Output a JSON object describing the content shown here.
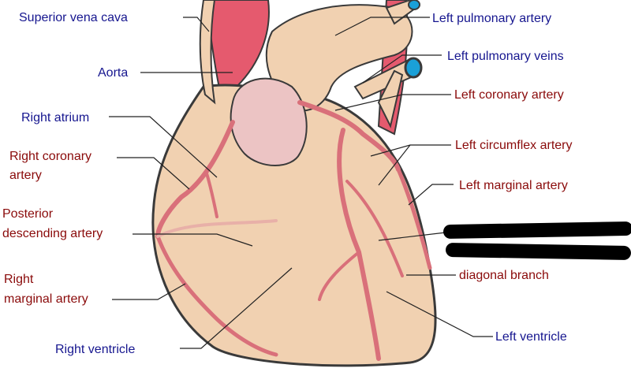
{
  "colors": {
    "tissue": "#f1d1b1",
    "vessel": "#e55a6e",
    "artery": "#d9707a",
    "outline": "#3a3a3a",
    "label_blue": "#16168f",
    "label_red": "#8a0a0a",
    "vein_blue": "#1aa0d8"
  },
  "labels": {
    "superior_vena_cava": "Superior vena cava",
    "aorta": "Aorta",
    "right_atrium": "Right atrium",
    "right_coronary_artery_1": "Right coronary",
    "right_coronary_artery_2": "artery",
    "posterior_descending_1": "Posterior",
    "posterior_descending_2": "descending artery",
    "right_marginal_1": "Right",
    "right_marginal_2": "marginal artery",
    "right_ventricle": "Right ventricle",
    "left_pulmonary_artery": "Left pulmonary artery",
    "left_pulmonary_veins": "Left pulmonary veins",
    "left_coronary_artery": "Left coronary artery",
    "left_circumflex_artery": "Left circumflex artery",
    "left_marginal_artery": "Left marginal artery",
    "diagonal_branch": "diagonal branch",
    "left_ventricle": "Left ventricle"
  }
}
